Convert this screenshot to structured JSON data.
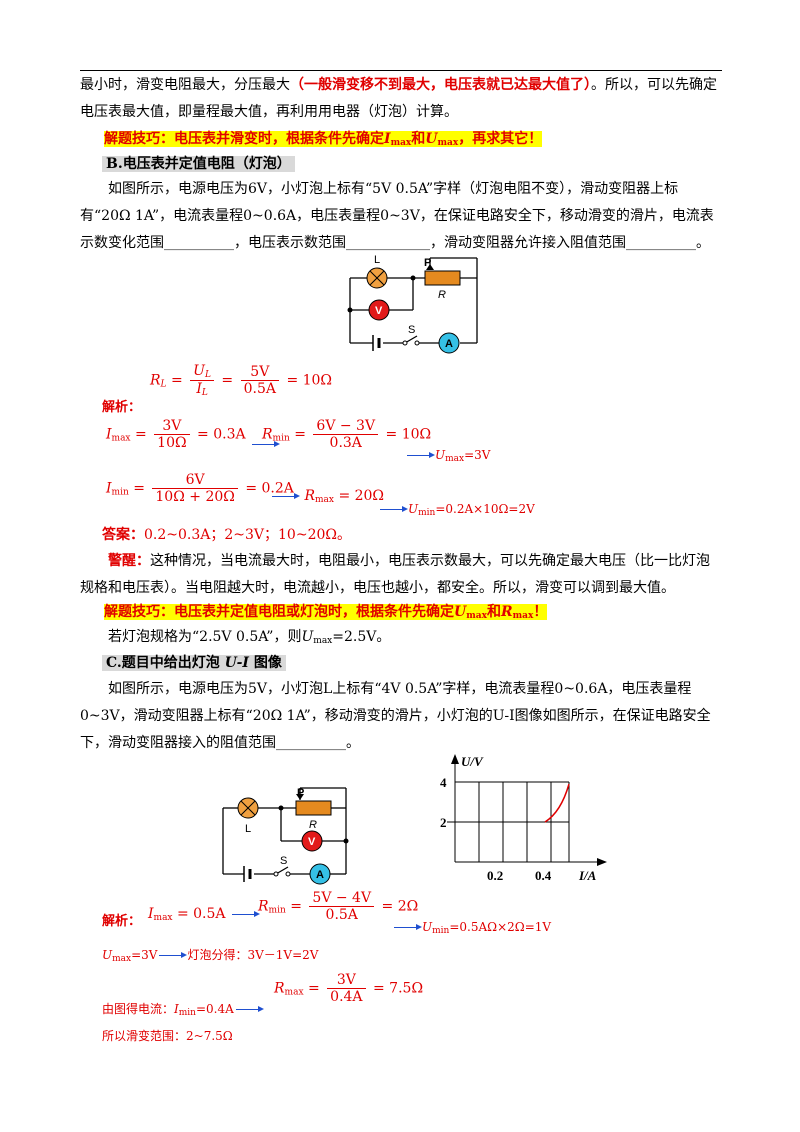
{
  "p1": {
    "line1_pre": "最小时，滑变电阻最大，分压最大",
    "line1_red": "（一般滑变移不到最大，电压表就已达最大值了）",
    "line1_post": "。所以，可以先确定电压表最大值，即量程最大值，再利用用电器（灯泡）计算。"
  },
  "tip1": {
    "label": "解题技巧：",
    "text_a": "电压表并滑变时，根据条件先确定",
    "I": "I",
    "max": "max",
    "and": "和",
    "U": "U",
    "text_b": "，再求其它！"
  },
  "secB": {
    "title": "B.电压表并定值电阻（灯泡）",
    "problem": "如图所示，电源电压为6V，小灯泡上标有“5V 0.5A”字样（灯泡电阻不变），滑动变阻器上标有“20Ω 1A”，电流表量程0~0.6A，电压表量程0~3V，在保证电路安全下，移动滑变的滑片，电流表示数变化范围__________，电压表示数范围____________，滑动变阻器允许接入阻值范围__________。"
  },
  "circuit": {
    "L": "L",
    "P": "P",
    "R": "R",
    "V": "V",
    "A": "A",
    "S": "S"
  },
  "solB": {
    "label": "解析：",
    "RL": "R",
    "L": "L",
    "UL": "U",
    "IL": "I",
    "v5": "5V",
    "a05": "0.5A",
    "r10": "= 10Ω",
    "Imax_lhs": "I",
    "max": "max",
    "v3": "3V",
    "o10": "10Ω",
    "a03": "= 0.3A",
    "Rmin_lhs": "R",
    "min": "min",
    "v6m3": "6V − 3V",
    "a03b": "0.3A",
    "r10b": "= 10Ω",
    "umax3": "=3V",
    "Imin_lhs": "I",
    "v6": "6V",
    "o1020": "10Ω + 20Ω",
    "a02": "= 0.2A",
    "Rmax_lhs": "R",
    "rmax": "max",
    "r20": "= 20Ω",
    "umin": "=0.2A×10Ω=2V"
  },
  "ansB": {
    "label": "答案：",
    "text": "0.2~0.3A；2~3V；10~20Ω。"
  },
  "warnB": {
    "label": "警醒：",
    "text": "这种情况，当电流最大时，电阻最小，电压表示数最大，可以先确定最大电压（比一比灯泡规格和电压表）。当电阻越大时，电流越小，电压也越小，都安全。所以，滑变可以调到最大值。"
  },
  "tip2": {
    "label": "解题技巧：",
    "text_a": "电压表并定值电阻或灯泡时，根据条件先确定",
    "U": "U",
    "max": "max",
    "and": "和",
    "R": "R",
    "text_b": "！"
  },
  "noteB": {
    "pre": "若灯泡规格为“2.5V 0.5A”，则",
    "U": "U",
    "max": "max",
    "post": "=2.5V。"
  },
  "secC": {
    "title_pre": "C.题目中给出灯泡 ",
    "title_ui": "U-I",
    "title_post": " 图像",
    "problem": "如图所示，电源电压为5V，小灯泡L上标有“4V 0.5A”字样，电流表量程0~0.6A，电压表量程0~3V，滑动变阻器上标有“20Ω 1A”，移动滑变的滑片，小灯泡的U-I图像如图所示，在保证电路安全下，滑动变阻器接入的阻值范围__________。"
  },
  "graph": {
    "ylabel": "U/V",
    "xlabel": "I/A",
    "y4": "4",
    "y2": "2",
    "x02": "0.2",
    "x04": "0.4"
  },
  "solC": {
    "label": "解析：",
    "I": "I",
    "max": "max",
    "a05": "= 0.5A",
    "R": "R",
    "min": "min",
    "v5m4": "5V − 4V",
    "a05b": "0.5A",
    "r2": "= 2Ω",
    "umin": "=0.5AΩ×2Ω=1V",
    "line2": "=3V",
    "line2b": "灯泡分得：3V－1V=2V",
    "line3_pre": "由图得电流：",
    "imin": "=0.4A",
    "rmax": "max",
    "v3": "3V",
    "a04": "0.4A",
    "r75": "= 7.5Ω",
    "line4": "所以滑变范围：2~7.5Ω"
  }
}
